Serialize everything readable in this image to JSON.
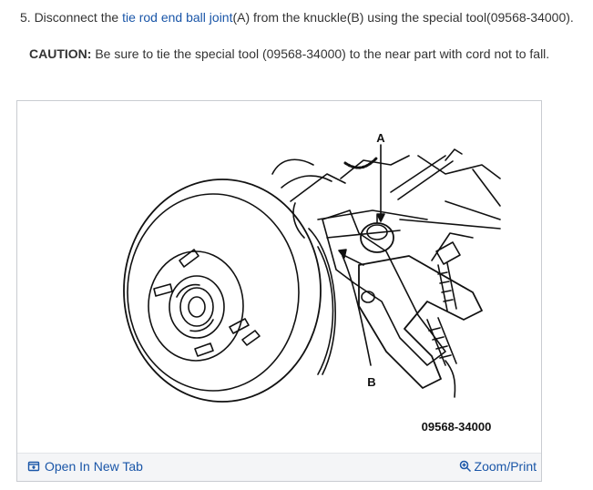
{
  "step": {
    "prefix": "5. Disconnect the ",
    "link_text": "tie rod end ball joint",
    "suffix": "(A) from the knuckle(B) using the special tool(09568-34000)."
  },
  "caution": {
    "label": "CAUTION:",
    "text": " Be sure to tie the special tool (09568-34000) to the near part with cord not to fall."
  },
  "figure": {
    "callouts": {
      "a": "A",
      "b": "B",
      "tool": "09568-34000"
    }
  },
  "footer": {
    "open_tab_label": "Open In New Tab",
    "open_tab_icon": "open-tab-icon",
    "zoom_label": "Zoom/Print",
    "zoom_icon": "magnifier-icon"
  }
}
